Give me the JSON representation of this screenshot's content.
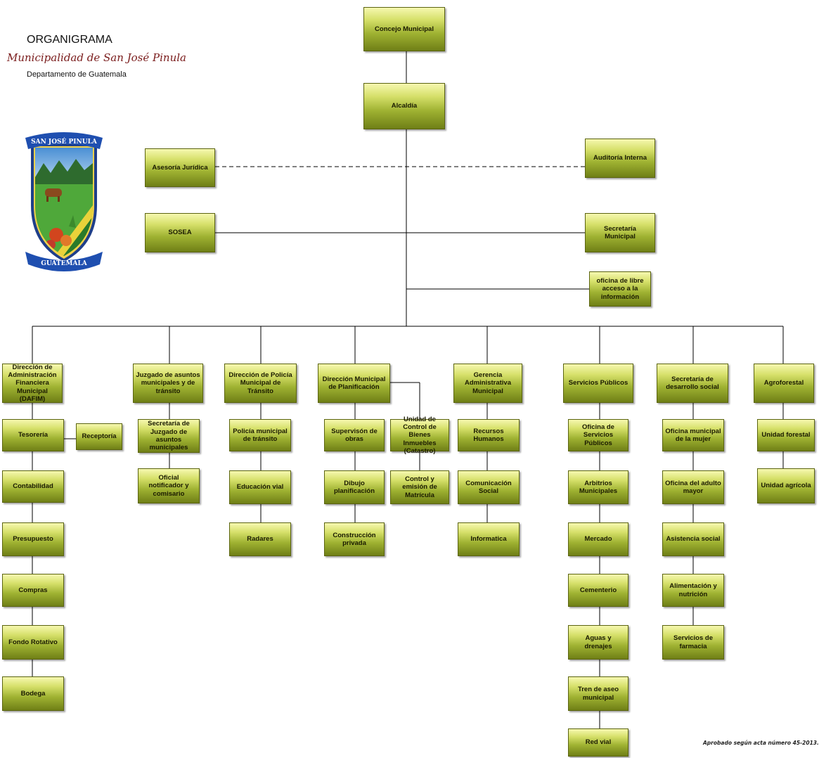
{
  "header": {
    "title": "ORGANIGRAMA",
    "municipality": "Municipalidad de San José Pinula",
    "department": "Departamento de Guatemala"
  },
  "crest": {
    "top_text": "SAN JOSÉ PINULA",
    "bottom_text": "GUATEMALA"
  },
  "footer": {
    "approval": "Aprobado según acta número 45-2013."
  },
  "colors": {
    "box_light": "#f6f8b0",
    "box_dark": "#6f7f16",
    "line": "#000000"
  },
  "nodes": {
    "concejo": "Concejo Municipal",
    "alcaldia": "Alcaldía",
    "asesoria": "Asesoría Jurídica",
    "auditoria": "Auditoría Interna",
    "sosea": "SOSEA",
    "secretaria_municipal": "Secretaría Municipal",
    "libre_acceso": "oficina de libre acceso a la información",
    "dafim": "Dirección de Administración Financiera Municipal (DAFIM)",
    "tesoreria": "Tesorería",
    "receptoria": "Receptoría",
    "contabilidad": "Contabilidad",
    "presupuesto": "Presupuesto",
    "compras": "Compras",
    "fondo_rotativo": "Fondo Rotativo",
    "bodega": "Bodega",
    "juzgado": "Juzgado de asuntos municipales y de tránsito",
    "secretaria_juzgado": "Secretaría de Juzgado de asuntos municipales",
    "oficial_notificador": "Oficial notificador y comisario",
    "policia_dir": "Dirección de Policía Municipal de Tránsito",
    "policia_transito": "Policía municipal de tránsito",
    "educacion_vial": "Educación vial",
    "radares": "Radares",
    "planificacion": "Dirección Municipal de Planificación",
    "supervision": "Supervisón de obras",
    "dibujo": "Dibujo planificación",
    "construccion": "Construcción privada",
    "catastro": "Unidad de Control de Bienes Inmuebles (Catastro)",
    "matricula": "Control y emisión de Matrícula",
    "gerencia": "Gerencia Administrativa Municipal",
    "rrhh": "Recursos Humanos",
    "comunicacion": "Comunicación Social",
    "informatica": "Informatica",
    "servicios": "Servicios Públicos",
    "oficina_servicios": "Oficina de Servicios Públicos",
    "arbitrios": "Arbitrios Municipales",
    "mercado": "Mercado",
    "cementerio": "Cementerio",
    "aguas": "Aguas y drenajes",
    "tren_aseo": "Tren de aseo municipal",
    "red_vial": "Red vial",
    "desarrollo_social": "Secretaría de desarrollo social",
    "mujer": "Oficina municipal de la mujer",
    "adulto_mayor": "Oficina del adulto mayor",
    "asistencia": "Asistencia social",
    "alimentacion": "Alimentación y nutrición",
    "farmacia": "Servicios de farmacia",
    "agroforestal": "Agroforestal",
    "forestal": "Unidad forestal",
    "agricola": "Unidad agrícola"
  }
}
